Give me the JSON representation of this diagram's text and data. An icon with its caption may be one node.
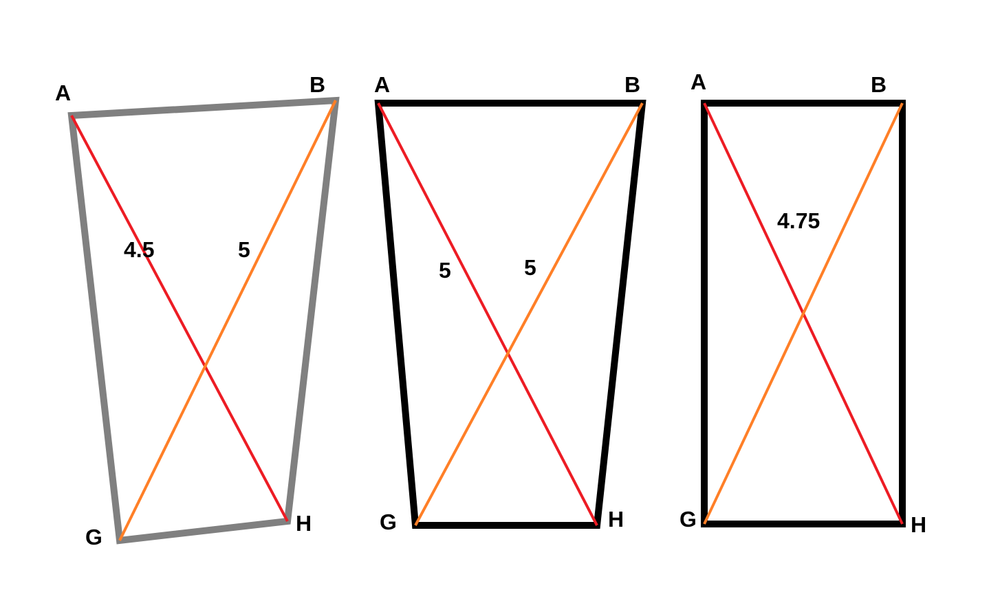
{
  "diagram": {
    "labels": [
      "A",
      "B",
      "4.5",
      "5",
      "G",
      "H",
      "A",
      "B",
      "5",
      "5",
      "G",
      "H",
      "A",
      "B",
      "4.75",
      "G",
      "H"
    ]
  }
}
